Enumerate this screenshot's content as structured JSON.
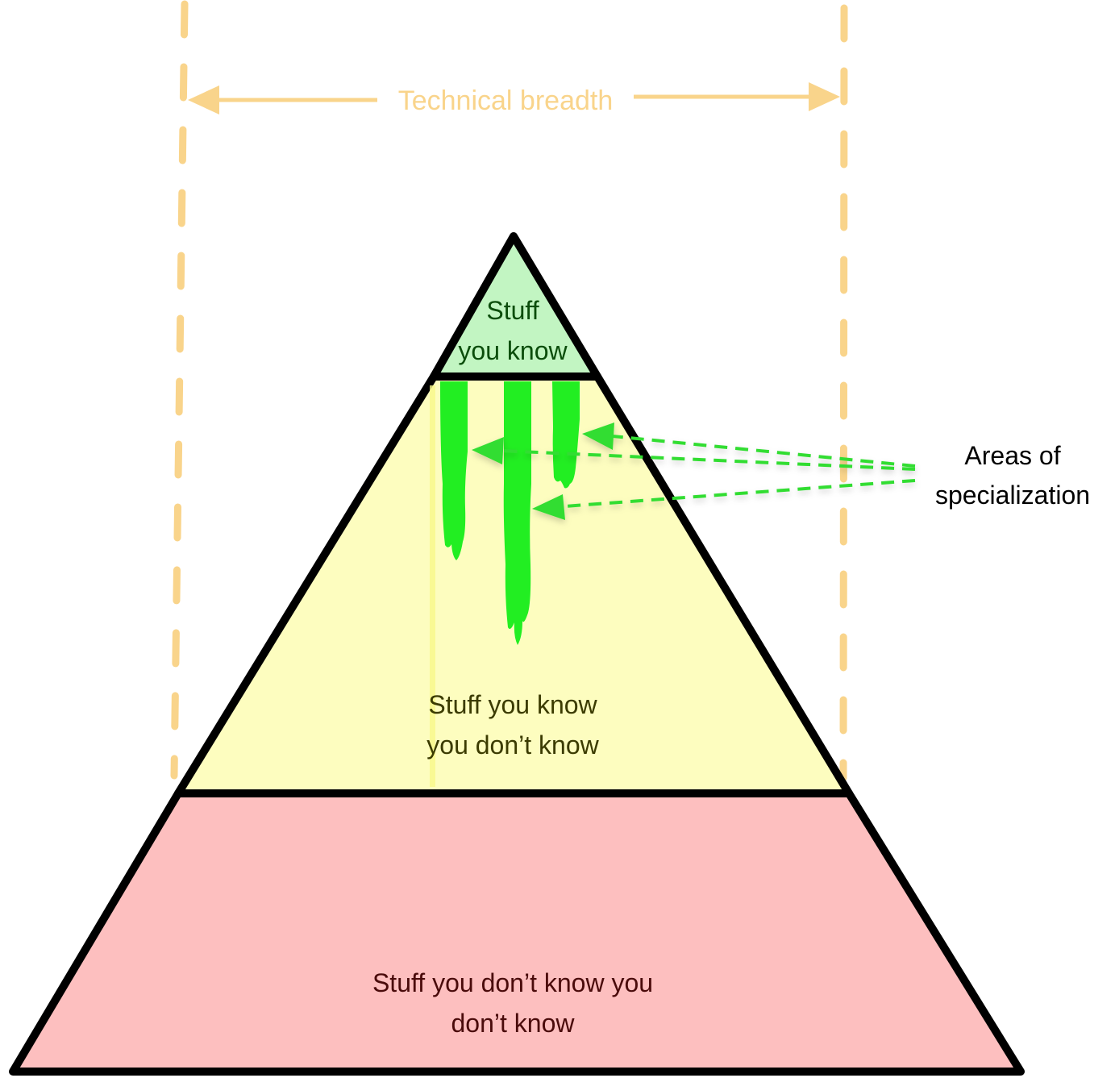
{
  "breadth": {
    "label": "Technical breadth"
  },
  "pyramid": {
    "top": {
      "line1": "Stuff",
      "line2": "you know"
    },
    "middle": {
      "line1": "Stuff you know",
      "line2": "you don’t know"
    },
    "bottom": {
      "line1": "Stuff you don’t know you",
      "line2": "don’t know"
    }
  },
  "specialization": {
    "line1": "Areas of",
    "line2": "specialization"
  },
  "colors": {
    "guide": "#f9d48b",
    "top_fill": "#c2f5c2",
    "middle_fill": "#fdfdbf",
    "bottom_fill": "#fdbfbf",
    "outline": "#000000",
    "specialization": "#22ee22",
    "specialization_arrow": "#33dd33"
  }
}
